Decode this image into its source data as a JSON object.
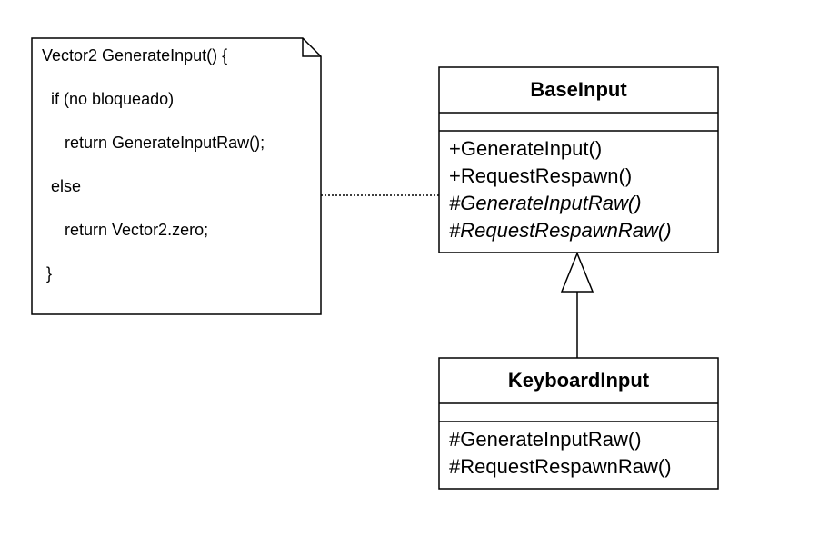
{
  "note": {
    "lines": [
      "Vector2 GenerateInput() {",
      "  if (no bloqueado)",
      "     return GenerateInputRaw();",
      "  else",
      "     return Vector2.zero;",
      " }"
    ]
  },
  "classes": {
    "base": {
      "name": "BaseInput",
      "members": [
        {
          "text": "+GenerateInput()",
          "italic": false
        },
        {
          "text": "+RequestRespawn()",
          "italic": false
        },
        {
          "text": "#GenerateInputRaw()",
          "italic": true
        },
        {
          "text": "#RequestRespawnRaw()",
          "italic": true
        }
      ]
    },
    "keyboard": {
      "name": "KeyboardInput",
      "members": [
        {
          "text": "#GenerateInputRaw()",
          "italic": false
        },
        {
          "text": "#RequestRespawnRaw()",
          "italic": false
        }
      ]
    }
  },
  "relations": {
    "note_link": "dotted",
    "inheritance": "generalization"
  }
}
